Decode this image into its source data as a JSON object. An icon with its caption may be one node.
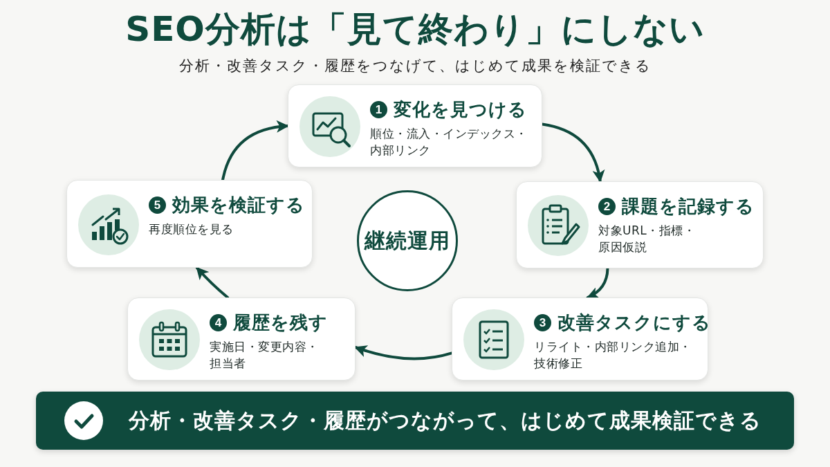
{
  "diagram": {
    "title": "SEO分析は「見て終わり」にしない",
    "nodes": [
      {
        "text": [
          "1",
          "変化を見つける",
          "順位・流入・インデックス・内部リンク"
        ]
      },
      {
        "text": [
          "5",
          "効果を検証する",
          "再度順位を見る"
        ]
      },
      {
        "text": [
          "継続運用"
        ]
      },
      {
        "text": [
          "2",
          "課題を記録する",
          "対象URL・指標・原因仮説"
        ]
      },
      {
        "text": [
          "4",
          "履歴を残す",
          "実施日・変更内容・担当者"
        ]
      },
      {
        "text": [
          "3",
          "改善タスクにする",
          "リライト・内部リンク追加・技術修正"
        ]
      },
      {
        "text": [
          "分析・改善タスク・履歴がつながって、はじめて成果検証できる"
        ]
      }
    ],
    "edges": [
      {
        "from": 0,
        "to": 3,
        "arrow": "to"
      },
      {
        "from": 3,
        "to": 5,
        "arrow": "to"
      },
      {
        "from": 5,
        "to": 4,
        "arrow": "to"
      },
      {
        "from": 4,
        "to": 1,
        "arrow": "to"
      },
      {
        "from": 1,
        "to": 0,
        "arrow": "to"
      }
    ],
    "labels": [
      "分析・改善タスク・履歴をつなげて、はじめて成果を検証できる"
    ]
  }
}
